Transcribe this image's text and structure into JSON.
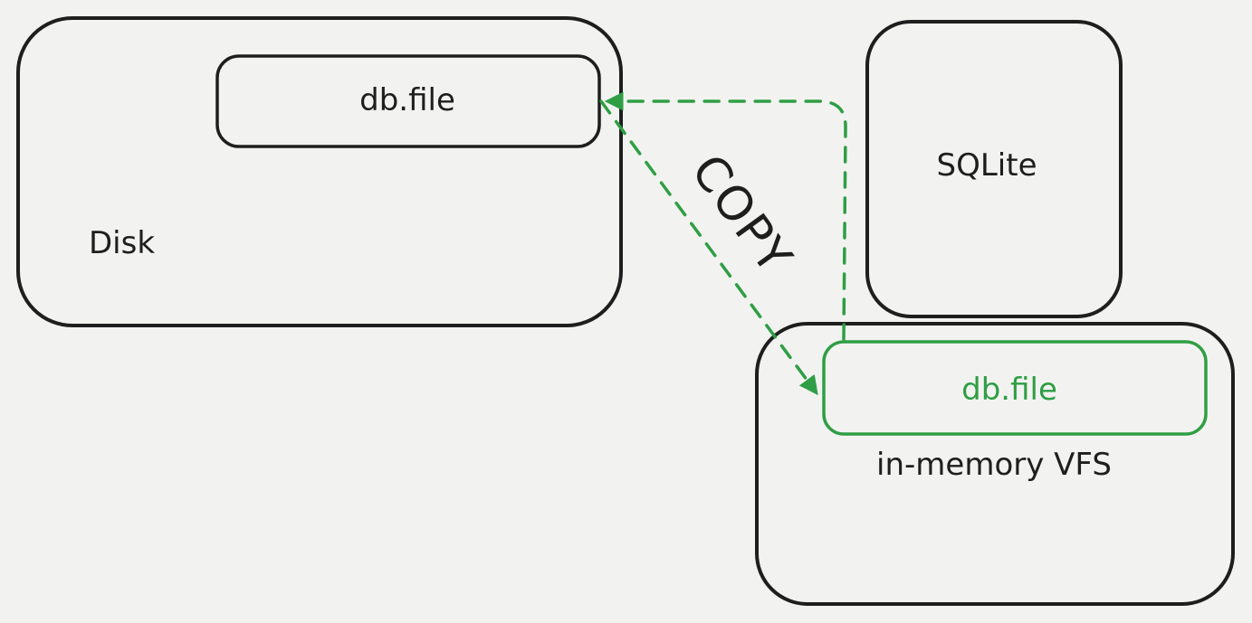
{
  "colors": {
    "background": "#f2f3f1",
    "stroke": "#1e1e1e",
    "accent_green": "#2f9e44"
  },
  "nodes": {
    "disk": {
      "label": "Disk"
    },
    "disk_file": {
      "label": "db.file"
    },
    "sqlite": {
      "label": "SQLite"
    },
    "memory_vfs": {
      "label": "in-memory VFS"
    },
    "memory_file": {
      "label": "db.file"
    }
  },
  "edges": {
    "copy": {
      "label": "COPY",
      "from": "disk_file",
      "to": "memory_file"
    },
    "writeback": {
      "from": "memory_file",
      "to": "disk_file"
    }
  }
}
